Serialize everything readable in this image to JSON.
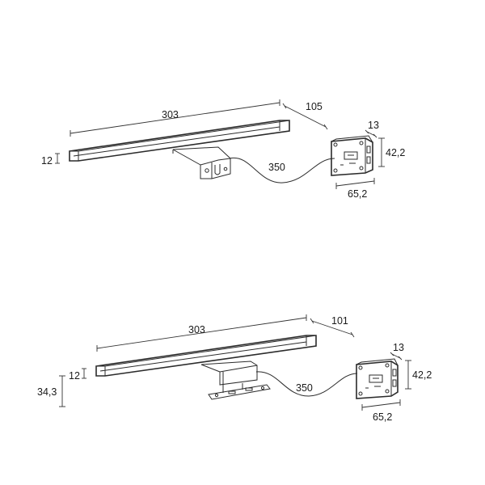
{
  "views": [
    {
      "id": "top",
      "dimensions": {
        "length": "303",
        "depth": "105",
        "bar_height": "12",
        "cable": "350",
        "box_depth": "13",
        "box_height": "42,2",
        "box_width": "65,2"
      }
    },
    {
      "id": "bottom",
      "dimensions": {
        "length": "303",
        "depth": "101",
        "bar_height": "12",
        "mount_height": "34,3",
        "cable": "350",
        "box_depth": "13",
        "box_height": "42,2",
        "box_width": "65,2"
      }
    }
  ],
  "colors": {
    "line": "#2b2b2b",
    "background": "#ffffff"
  }
}
